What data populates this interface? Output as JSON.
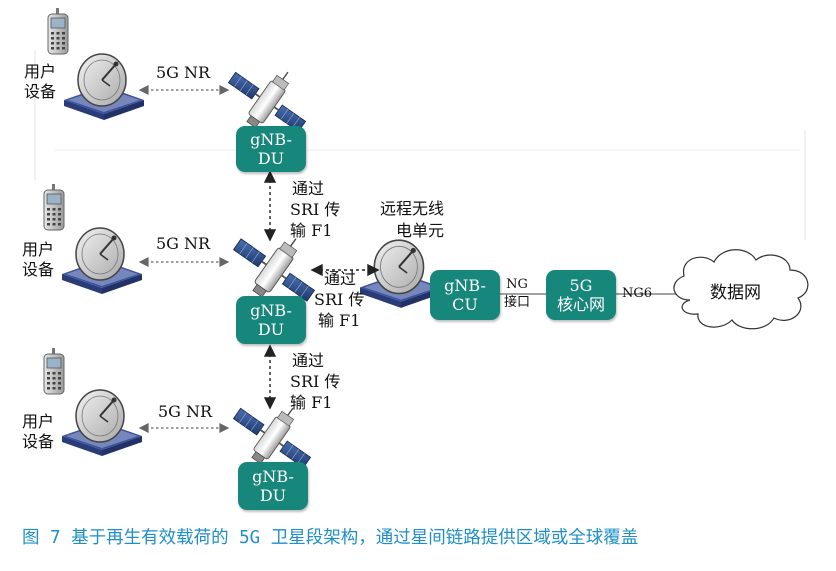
{
  "user_equipment": {
    "label_line1": "用户",
    "label_line2": "设备"
  },
  "links": {
    "nr": "5G NR"
  },
  "gnb_du": {
    "line1": "gNB-",
    "line2": "DU"
  },
  "isl": {
    "line1": "通过",
    "line2": "SRI 传",
    "line3": "输 F1"
  },
  "remote_radio": {
    "line1": "远程无线",
    "line2": "电单元"
  },
  "gnb_cu": {
    "line1": "gNB-",
    "line2": "CU"
  },
  "ng_interface": {
    "line1": "NG",
    "line2": "接口"
  },
  "core": {
    "line1": "5G",
    "line2": "核心网"
  },
  "ng6": "NG6",
  "data_network": "数据网",
  "caption": "图 7 基于再生有效载荷的 5G 卫星段架构，通过星间链路提供区域或全球覆盖",
  "colors": {
    "box": "#17877b",
    "caption": "#1e8fc8",
    "solar_panel": "#2b4f8c",
    "dish_base": "#3b53a0"
  }
}
